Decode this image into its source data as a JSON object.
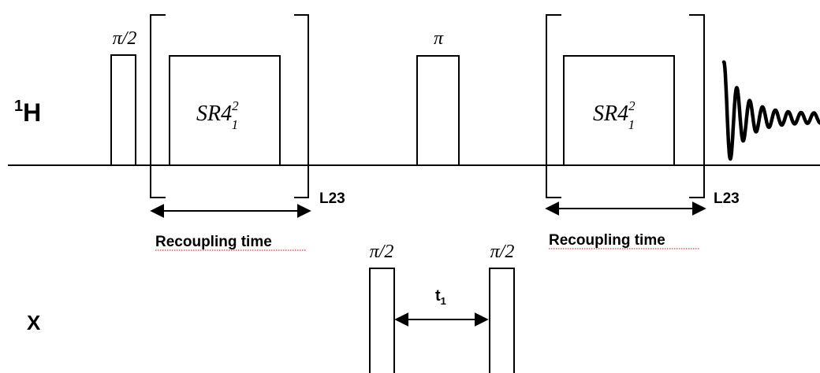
{
  "channels": {
    "proton": {
      "sup": "1",
      "main": "H"
    },
    "x": "X"
  },
  "proton_pulses": {
    "p1_label": "π/2",
    "p2_label": "π"
  },
  "recoupling": {
    "block1": {
      "base": "SR4",
      "sup": "2",
      "sub": "1",
      "loop": "L23",
      "time_label": "Recoupling time"
    },
    "block2": {
      "base": "SR4",
      "sup": "2",
      "sub": "1",
      "loop": "L23",
      "time_label": "Recoupling time"
    }
  },
  "x_pulses": {
    "p1_label": "π/2",
    "p2_label": "π/2",
    "delay": {
      "main": "t",
      "sub": "1"
    }
  },
  "colors": {
    "ink": "#000000",
    "spellcheck_underline": "#d8403a"
  }
}
